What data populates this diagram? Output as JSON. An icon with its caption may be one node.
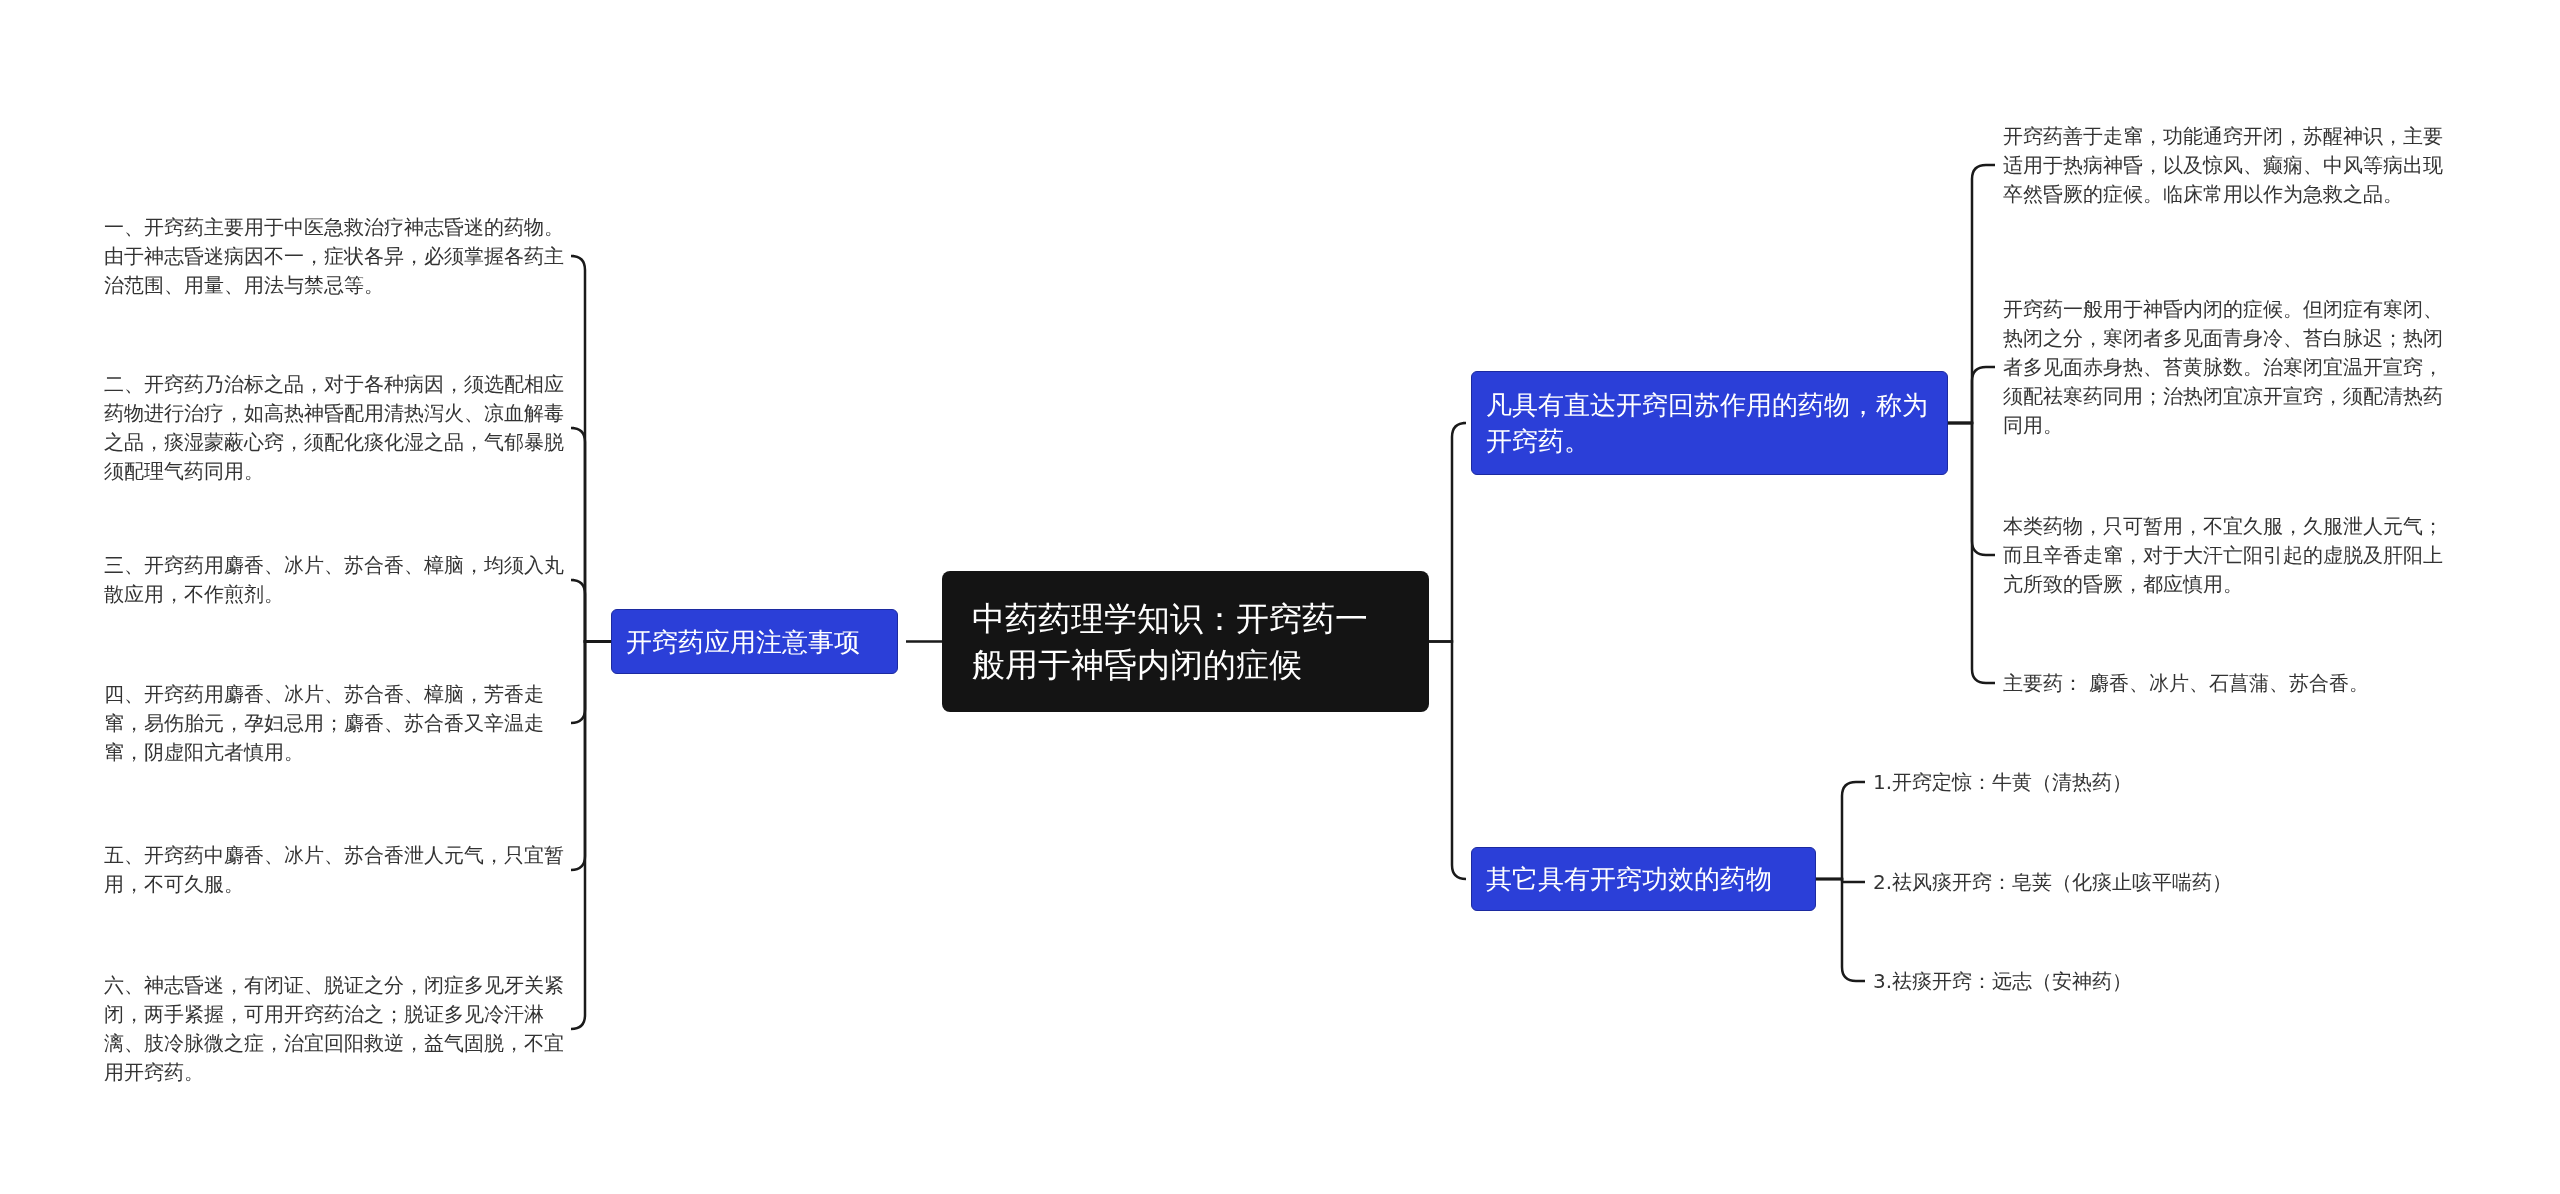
{
  "diagram": {
    "nodes": [
      {
        "text": [
          "中药药理学知识：开窍药一般用于神昏内闭的症候"
        ]
      },
      {
        "text": [
          "开窍药应用注意事项"
        ]
      },
      {
        "text": [
          "一、开窍药主要用于中医急救治疗神志昏迷的药物。由于神志昏迷病因不一，症状各异，必须掌握各药主治范围、用量、用法与禁忌等。"
        ]
      },
      {
        "text": [
          "二、开窍药乃治标之品，对于各种病因，须选配相应药物进行治疗，如高热神昏配用清热泻火、凉血解毒之品，痰湿蒙蔽心窍，须配化痰化湿之品，气郁暴脱须配理气药同用。"
        ]
      },
      {
        "text": [
          "三、开窍药用麝香、冰片、苏合香、樟脑，均须入丸散应用，不作煎剂。"
        ]
      },
      {
        "text": [
          "四、开窍药用麝香、冰片、苏合香、樟脑，芳香走窜，易伤胎元，孕妇忌用；麝香、苏合香又辛温走窜，阴虚阳亢者慎用。"
        ]
      },
      {
        "text": [
          "五、开窍药中麝香、冰片、苏合香泄人元气，只宜暂用，不可久服。"
        ]
      },
      {
        "text": [
          "六、神志昏迷，有闭证、脱证之分，闭症多见牙关紧闭，两手紧握，可用开窍药治之；脱证多见冷汗淋漓、肢冷脉微之症，治宜回阳救逆，益气固脱，不宜用开窍药。"
        ]
      },
      {
        "text": [
          "凡具有直达开窍回苏作用的药物，称为开窍药。"
        ]
      },
      {
        "text": [
          "其它具有开窍功效的药物"
        ]
      },
      {
        "text": [
          "开窍药善于走窜，功能通窍开闭，苏醒神识，主要适用于热病神昏，以及惊风、癫痫、中风等病出现卒然昏厥的症候。临床常用以作为急救之品。"
        ]
      },
      {
        "text": [
          "开窍药一般用于神昏内闭的症候。但闭症有寒闭、热闭之分，寒闭者多见面青身冷、苔白脉迟；热闭者多见面赤身热、苔黄脉数。治寒闭宜温开宣窍，须配祛寒药同用；治热闭宜凉开宣窍，须配清热药同用。"
        ]
      },
      {
        "text": [
          "本类药物，只可暂用，不宜久服，久服泄人元气；而且辛香走窜，对于大汗亡阳引起的虚脱及肝阳上亢所致的昏厥，都应慎用。"
        ]
      },
      {
        "text": [
          "主要药： 麝香、冰片、石菖蒲、苏合香。"
        ]
      },
      {
        "text": [
          "1.开窍定惊：牛黄（清热药）"
        ]
      },
      {
        "text": [
          "2.祛风痰开窍：皂荚（化痰止咳平喘药）"
        ]
      },
      {
        "text": [
          "3.祛痰开窍：远志（安神药）"
        ]
      }
    ],
    "edges": [
      {
        "from": 0,
        "to": 1,
        "arrow": "none"
      },
      {
        "from": 1,
        "to": 2,
        "arrow": "none"
      },
      {
        "from": 1,
        "to": 3,
        "arrow": "none"
      },
      {
        "from": 1,
        "to": 4,
        "arrow": "none"
      },
      {
        "from": 1,
        "to": 5,
        "arrow": "none"
      },
      {
        "from": 1,
        "to": 6,
        "arrow": "none"
      },
      {
        "from": 1,
        "to": 7,
        "arrow": "none"
      },
      {
        "from": 0,
        "to": 8,
        "arrow": "none"
      },
      {
        "from": 0,
        "to": 9,
        "arrow": "none"
      },
      {
        "from": 8,
        "to": 10,
        "arrow": "none"
      },
      {
        "from": 8,
        "to": 11,
        "arrow": "none"
      },
      {
        "from": 8,
        "to": 12,
        "arrow": "none"
      },
      {
        "from": 8,
        "to": 13,
        "arrow": "none"
      },
      {
        "from": 9,
        "to": 14,
        "arrow": "none"
      },
      {
        "from": 9,
        "to": 15,
        "arrow": "none"
      },
      {
        "from": 9,
        "to": 16,
        "arrow": "none"
      }
    ]
  }
}
